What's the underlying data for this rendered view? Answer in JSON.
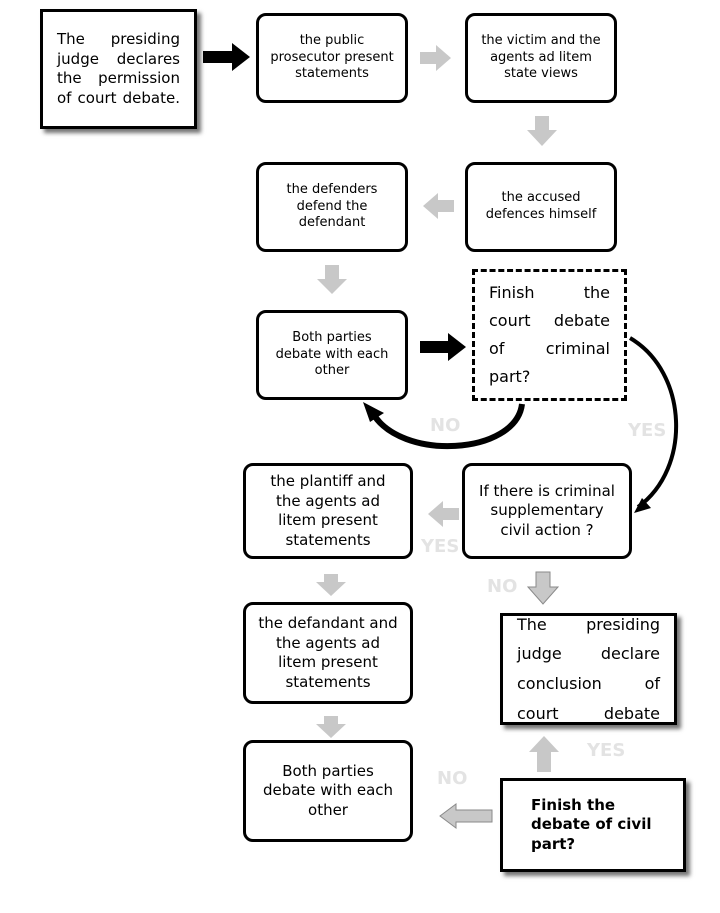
{
  "nodes": {
    "judge_permission": "The presiding judge declares the permission of court debate.",
    "prosecutor": "the public prosecutor present statements",
    "victim": "the victim and the agents ad litem state views",
    "accused": "the accused defences himself",
    "defenders": "the defenders defend the defendant",
    "debate_criminal": "Both parties debate with each other",
    "finish_criminal": "Finish the court debate of criminal part?",
    "civil_action": "If there is criminal supplementary civil action ?",
    "plaintiff": "the plantiff and the agents ad litem present statements",
    "defendant": "the defandant and the agents ad litem present statements",
    "debate_civil": "Both parties debate with each other",
    "conclusion": "The presiding judge declare conclusion of court debate",
    "finish_civil": "Finish the debate of civil part?"
  },
  "labels": {
    "no_criminal": "NO",
    "yes_criminal": "YES",
    "yes_civil_action": "YES",
    "no_civil_action": "NO",
    "yes_finish_civil": "YES",
    "no_finish_civil": "NO"
  },
  "colors": {
    "box_border": "#000000",
    "arrow_black": "#000000",
    "arrow_gray": "#c8c8c8",
    "label_gray": "#e3e3e3"
  }
}
